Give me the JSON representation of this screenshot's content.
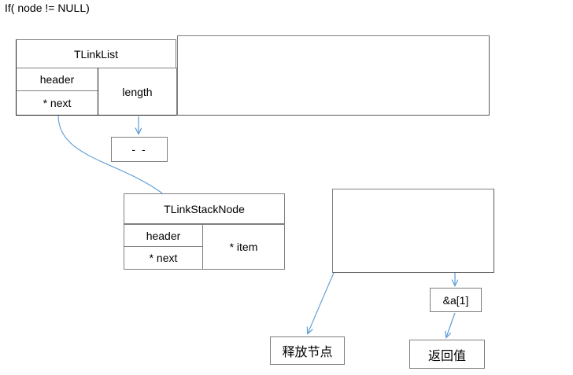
{
  "diagram": {
    "title": "If( node != NULL)",
    "accent_arrow_color": "#5b9bd5",
    "border_color": "#7f7f7f",
    "background": "#ffffff",
    "struct_tlinklist": {
      "name": "TLinkList",
      "fields": [
        {
          "label": "header"
        },
        {
          "label": "* next"
        },
        {
          "label": "length"
        }
      ]
    },
    "struct_tlinkstacknode": {
      "name": "TLinkStackNode",
      "fields": [
        {
          "label": "header"
        },
        {
          "label": "* next"
        },
        {
          "label": "* item"
        }
      ]
    },
    "decrement_box": {
      "label": "- -"
    },
    "address_box": {
      "label": "&a[1]"
    },
    "free_node_box": {
      "label": "释放节点"
    },
    "return_value_box": {
      "label": "返回值"
    },
    "empty_region_top": {
      "label": ""
    },
    "empty_region_right": {
      "label": ""
    }
  }
}
